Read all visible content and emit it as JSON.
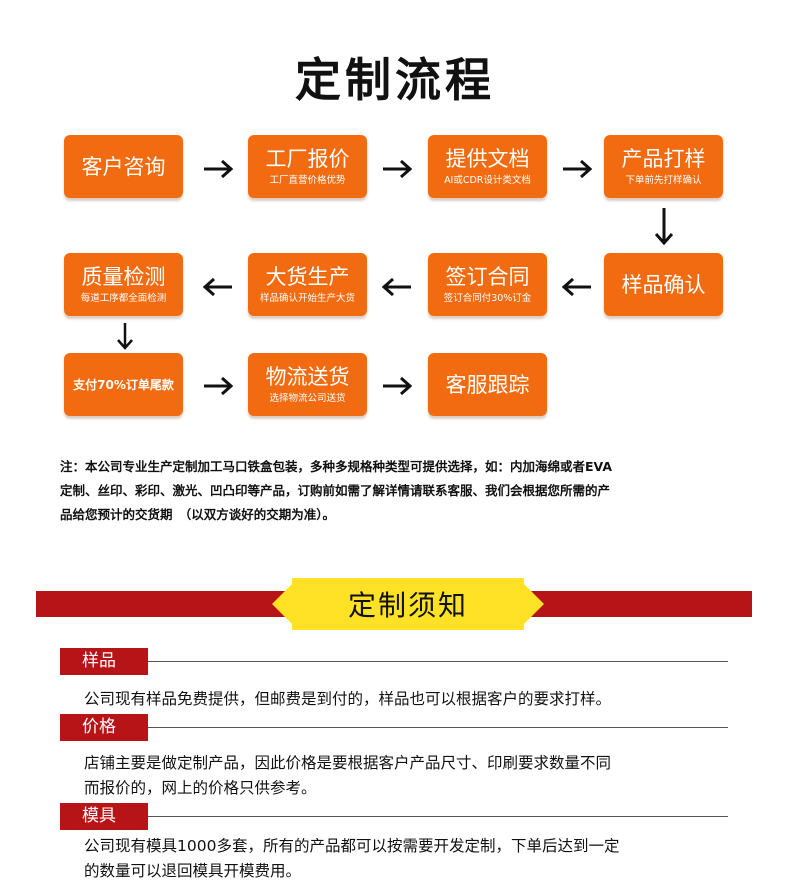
{
  "page_title": "定制流程",
  "steps": [
    {
      "main": "客户咨询",
      "sub": ""
    },
    {
      "main": "工厂报价",
      "sub": "工厂直营价格优势"
    },
    {
      "main": "提供文档",
      "sub": "AI或CDR设计类文档"
    },
    {
      "main": "产品打样",
      "sub": "下单前先打样确认"
    },
    {
      "main": "样品确认",
      "sub": ""
    },
    {
      "main": "签订合同",
      "sub": "签订合同付30%订金"
    },
    {
      "main": "大货生产",
      "sub": "样品确认开始生产大货"
    },
    {
      "main": "质量检测",
      "sub": "每道工序都全面检测"
    },
    {
      "main": "支付70%订单尾款",
      "sub": ""
    },
    {
      "main": "物流送货",
      "sub": "选择物流公司送货"
    },
    {
      "main": "客服跟踪",
      "sub": ""
    }
  ],
  "note": {
    "line1": "注：本公司专业生产定制加工马口铁盒包装，多种多规格种类型可提供选择，如：内加海绵或者EVA",
    "line2": "定制、丝印、彩印、激光、凹凸印等产品，订购前如需了解详情请联系客服、我们会根据您所需的产",
    "line3": "品给您预计的交货期　（以双方谈好的交期为准）。"
  },
  "notice_title": "定制须知",
  "sections": [
    {
      "tag": "样品",
      "lines": [
        "公司现有样品免费提供，但邮费是到付的，样品也可以根据客户的要求打样。"
      ]
    },
    {
      "tag": "价格",
      "lines": [
        "店铺主要是做定制产品，因此价格是要根据客户产品尺寸、印刷要求数量不同",
        "而报价的，网上的价格只供参考。"
      ]
    },
    {
      "tag": "模具",
      "lines": [
        "公司现有模具1000多套，所有的产品都可以按需要开发定制，下单后达到一定",
        "的数量可以退回模具开模费用。"
      ]
    }
  ],
  "colors": {
    "box": "#f26b10",
    "banner_red": "#b71418",
    "banner_yellow": "#ffe226"
  }
}
